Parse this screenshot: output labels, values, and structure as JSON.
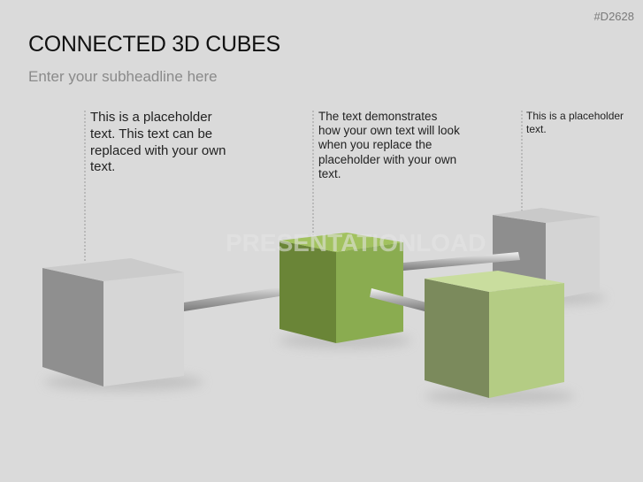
{
  "slide": {
    "code": "#D2628",
    "title": "CONNECTED 3D CUBES",
    "subtitle": "Enter your subheadline here",
    "watermark": "PRESENTATIONLOAD"
  },
  "callouts": [
    {
      "text": "This is a placeholder text. This text can be replaced with your own text."
    },
    {
      "text": "The text demonstrates how your own text will look when you replace the placeholder with your own text."
    },
    {
      "text": "This is a placeholder text."
    }
  ],
  "colors": {
    "background": "#dadada",
    "gray_cube": "#c8c8c8",
    "dark_green_cube": "#86a64c",
    "light_green_cube": "#b5cc84"
  }
}
